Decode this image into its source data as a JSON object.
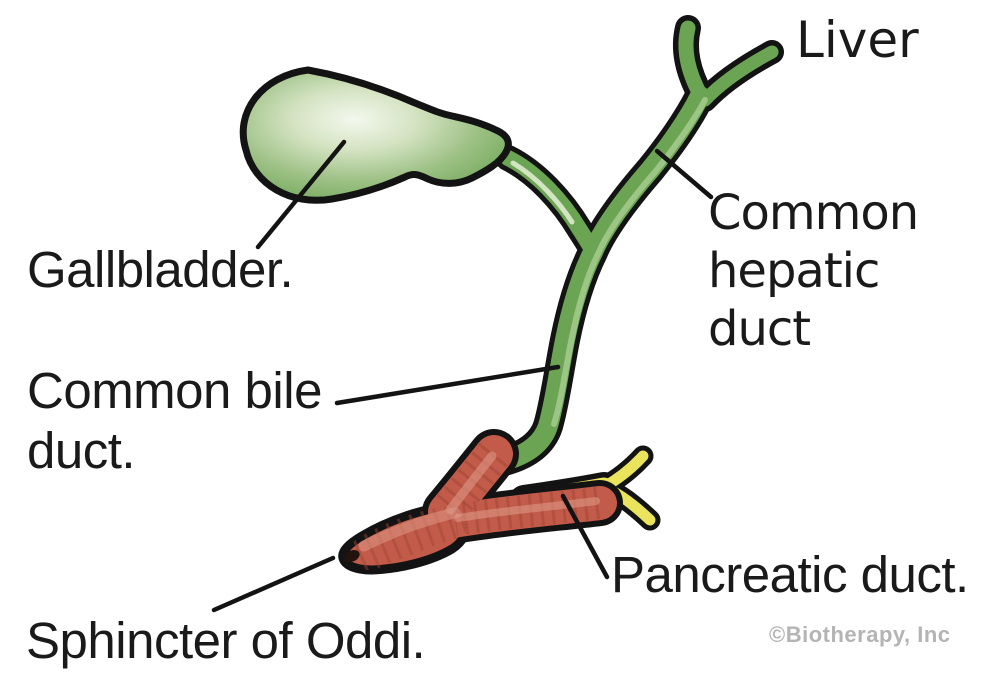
{
  "figure": {
    "labels": {
      "liver": "Liver",
      "common_hepatic_duct": "Common hepatic duct",
      "gallbladder": "Gallbladder.",
      "common_bile_duct": "Common bile duct.",
      "sphincter_of_oddi": "Sphincter of Oddi.",
      "pancreatic_duct": "Pancreatic duct."
    },
    "copyright": "©Biotherapy, Inc",
    "colors": {
      "duct_green": "#6ba553",
      "duct_green_highlight": "#a3c98b",
      "gallbladder_highlight": "#f4f8ee",
      "sphincter_red": "#c25b4a",
      "sphincter_red_rib": "#a04534",
      "sphincter_red_highlight": "#e29d8d",
      "pancreatic_yellow": "#e9e45c",
      "pancreatic_yellow_highlight": "#f7f4a8",
      "outline": "#131313",
      "label_text": "#1a1a1a",
      "copyright_gray": "#b4b4b4",
      "background": "#ffffff"
    }
  }
}
